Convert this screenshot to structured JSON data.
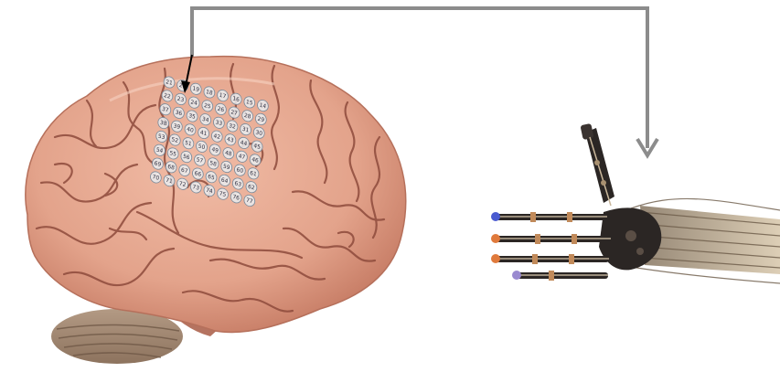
{
  "diagram": {
    "nodes": [
      {
        "id": "brain",
        "icon": "brain-with-electrode-grid-icon"
      },
      {
        "id": "robotic-hand",
        "icon": "robotic-hand-icon"
      }
    ],
    "edges": [
      {
        "from": "brain",
        "to": "robotic-hand",
        "style": "elbow-connector"
      }
    ],
    "electrode_grid": {
      "rows": 8,
      "cols": 8,
      "labels": [
        "21",
        "20",
        "19",
        "18",
        "17",
        "16",
        "15",
        "14",
        "22",
        "23",
        "24",
        "25",
        "26",
        "27",
        "28",
        "29",
        "37",
        "36",
        "35",
        "34",
        "33",
        "32",
        "31",
        "30",
        "38",
        "39",
        "40",
        "41",
        "42",
        "43",
        "44",
        "45",
        "53",
        "52",
        "51",
        "50",
        "49",
        "48",
        "47",
        "46",
        "54",
        "55",
        "56",
        "57",
        "58",
        "59",
        "60",
        "61",
        "69",
        "68",
        "67",
        "66",
        "65",
        "64",
        "63",
        "62",
        "70",
        "71",
        "72",
        "73",
        "74",
        "75",
        "76",
        "77"
      ]
    },
    "colors": {
      "brain": "#e5a790",
      "brain_shadow": "#c97e66",
      "sulcus": "#8e4b3c",
      "cerebellum": "#a58a73",
      "connector": "#8c8c8c",
      "pointer": "#000000",
      "electrode": "#e9ecef",
      "robot_dark": "#2b2624",
      "robot_cable": "#c9b79b",
      "fingertip": "#e07a3c"
    }
  }
}
